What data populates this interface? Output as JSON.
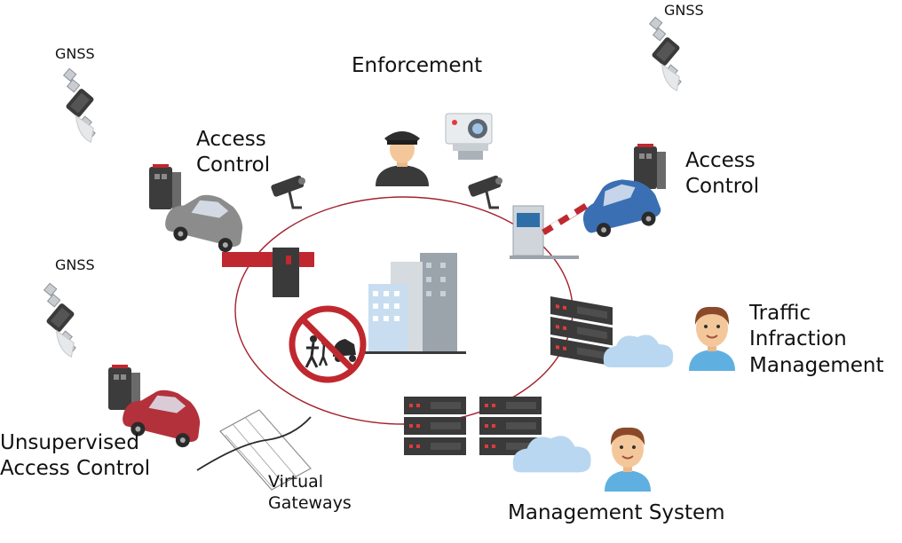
{
  "labels": {
    "gnss_top_right": "GNSS",
    "gnss_top_left": "GNSS",
    "gnss_mid_left": "GNSS",
    "enforcement": "Enforcement",
    "access_control_left_1": "Access",
    "access_control_left_2": "Control",
    "access_control_right_1": "Access",
    "access_control_right_2": "Control",
    "traffic_1": "Traffic",
    "traffic_2": "Infraction",
    "traffic_3": "Management",
    "unsupervised_1": "Unsupervised",
    "unsupervised_2": "Access Control",
    "virtual_1": "Virtual",
    "virtual_2": "Gateways",
    "management_system": "Management System"
  },
  "colors": {
    "ring": "#a3212e",
    "barrier_red": "#c0282f",
    "server_dark": "#3a3a3a",
    "cloud": "#b9d7f0",
    "car_grey": "#8c8c8c",
    "car_blue": "#3b6fb3",
    "car_red": "#b3313b",
    "skin": "#f4c79a"
  },
  "icons": [
    "satellite-icon",
    "police-officer-icon",
    "camera-icon",
    "cctv-camera-icon",
    "car-icon",
    "barrier-gate-icon",
    "buildings-icon",
    "no-pedestrian-sign-icon",
    "server-rack-icon",
    "cloud-icon",
    "person-avatar-icon",
    "gps-tracker-icon"
  ]
}
